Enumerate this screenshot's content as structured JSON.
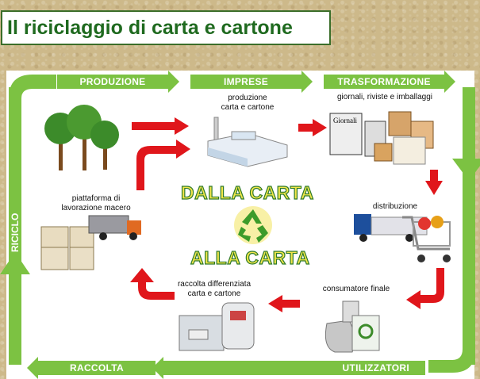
{
  "title": "Il riciclaggio di carta e cartone",
  "banners": {
    "produzione": "PRODUZIONE",
    "imprese": "IMPRESE",
    "trasformazione": "TRASFORMAZIONE",
    "raccolta": "RACCOLTA",
    "utilizzatori": "UTILIZZATORI",
    "riciclo": "RICICLO"
  },
  "labels": {
    "produzione": "produzione\ncarta e cartone",
    "giornali": "giornali, riviste e imballaggi",
    "distribuzione": "distribuzione",
    "consumatore": "consumatore finale",
    "raccolta": "raccolta differenziata\ncarta e cartone",
    "piattaforma": "piattaforma di\nlavorazione macero"
  },
  "center": {
    "line1": "DALLA CARTA",
    "line2": "ALLA CARTA"
  },
  "colors": {
    "green": "#7cc242",
    "red": "#e0161b",
    "title_green": "#1f6a1f"
  }
}
